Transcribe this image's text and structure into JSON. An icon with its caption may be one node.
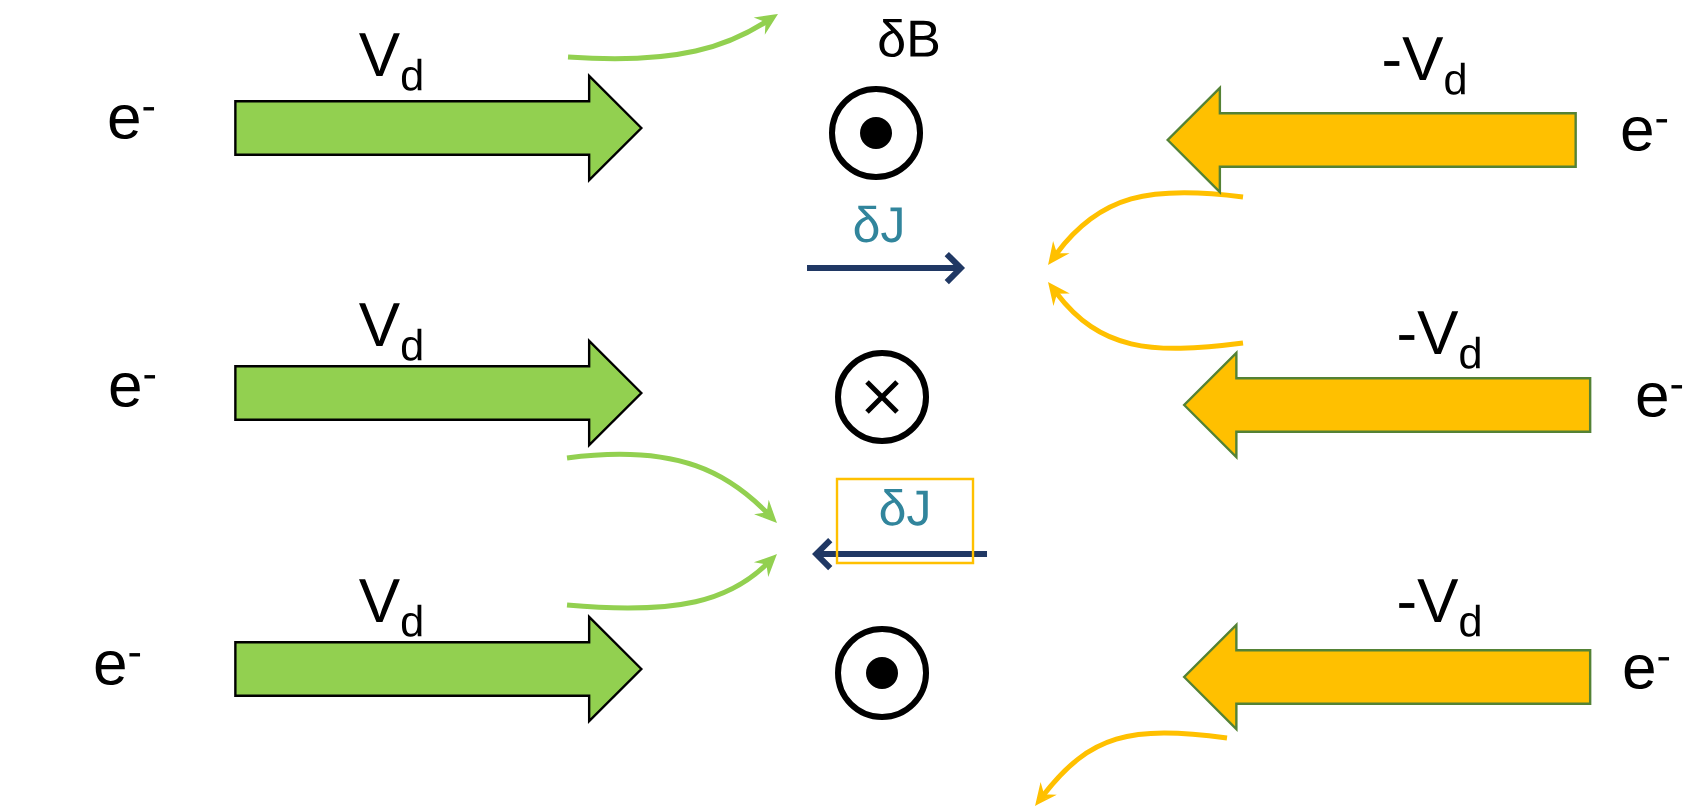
{
  "diagram": {
    "nodes": [
      {
        "text": [],
        "shape": "arrow",
        "beside": [
          "V$_{d}$",
          "e$^{-}$"
        ]
      },
      {
        "text": [],
        "shape": "arrow",
        "beside": [
          "-V$_{d}$",
          "e$^{-}$"
        ]
      },
      {
        "text": [],
        "shape": "arrow",
        "beside": [
          "V$_{d}$",
          "e$^{-}$"
        ]
      },
      {
        "text": [],
        "shape": "arrow",
        "beside": [
          "-V$_{d}$",
          "e$^{-}$"
        ]
      },
      {
        "text": [
          "δJ"
        ]
      },
      {
        "text": [],
        "shape": "arrow",
        "beside": [
          "V$_{d}$",
          "e$^{-}$"
        ]
      },
      {
        "text": [],
        "shape": "arrow",
        "beside": [
          "-V$_{d}$",
          "e$^{-}$"
        ]
      }
    ],
    "labels": [
      "δB",
      "δJ"
    ]
  }
}
